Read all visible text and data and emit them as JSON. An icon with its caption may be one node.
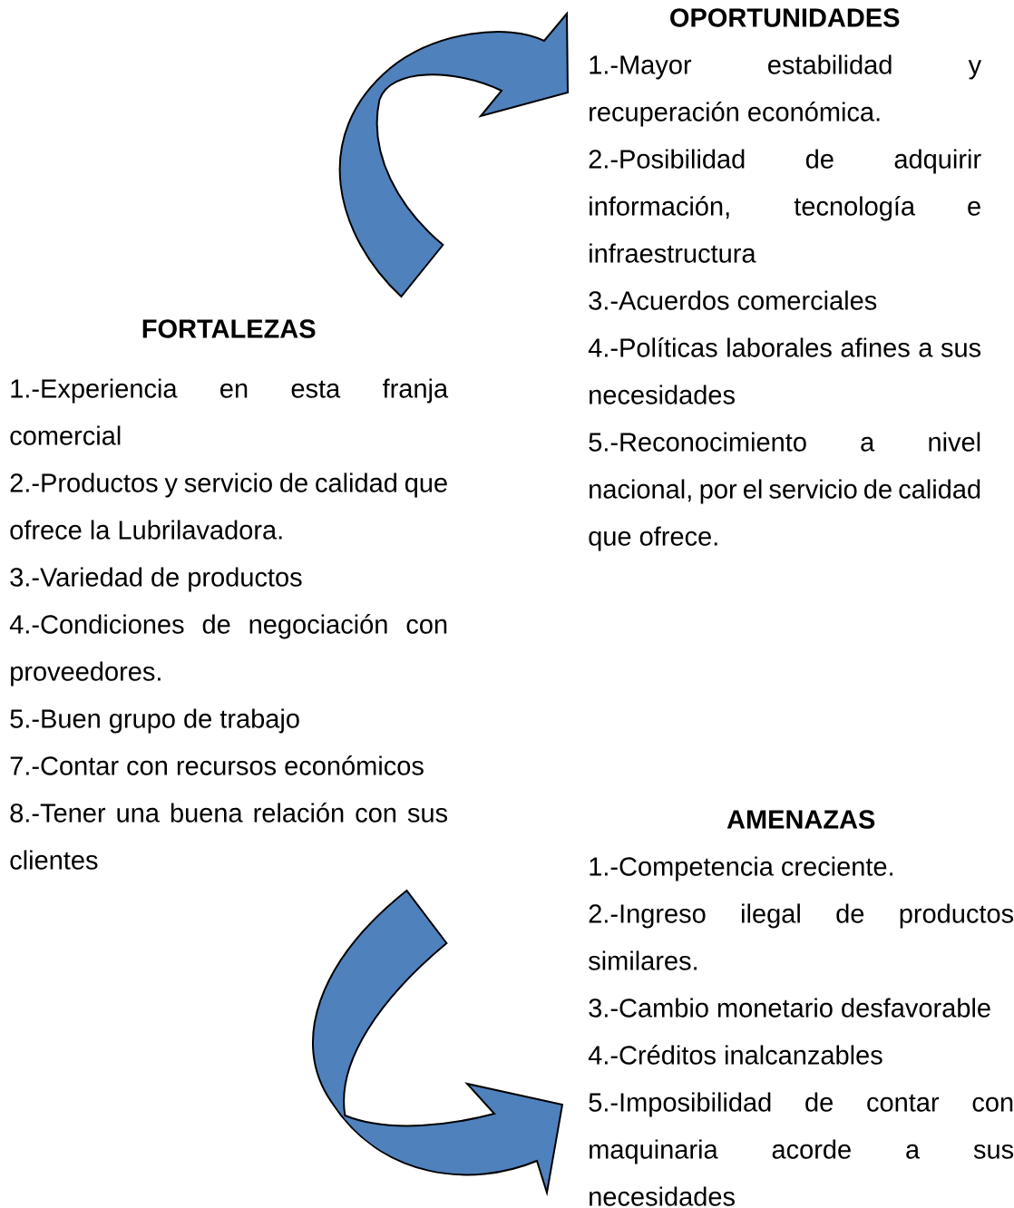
{
  "diagram": {
    "nodes": [
      {
        "text": [
          "FORTALEZAS",
          "1.-Experiencia en esta franja comercial",
          "2.-Productos y servicio de calidad que ofrece la Lubrilavadora.",
          "3.-Variedad de productos",
          "4.-Condiciones de negociación con proveedores.",
          "5.-Buen grupo de trabajo",
          "7.-Contar con recursos económicos",
          "8.-Tener una buena relación con sus clientes"
        ]
      },
      {
        "text": [
          "OPORTUNIDADES",
          "1.-Mayor estabilidad y recuperación económica.",
          "2.-Posibilidad de adquirir información, tecnología e infraestructura",
          "3.-Acuerdos comerciales",
          "4.-Políticas laborales afines a sus necesidades",
          "5.-Reconocimiento a nivel nacional, por el servicio de calidad que ofrece."
        ]
      },
      {
        "text": [
          "AMENAZAS",
          "1.-Competencia creciente.",
          "2.-Ingreso ilegal de productos similares.",
          "3.-Cambio monetario desfavorable",
          "4.-Créditos inalcanzables",
          "5.-Imposibilidad de contar con maquinaria acorde a sus necesidades"
        ]
      }
    ],
    "edges": [
      {
        "from": 0,
        "to": 1,
        "arrow": "to"
      },
      {
        "from": 0,
        "to": 2,
        "arrow": "to"
      }
    ]
  }
}
